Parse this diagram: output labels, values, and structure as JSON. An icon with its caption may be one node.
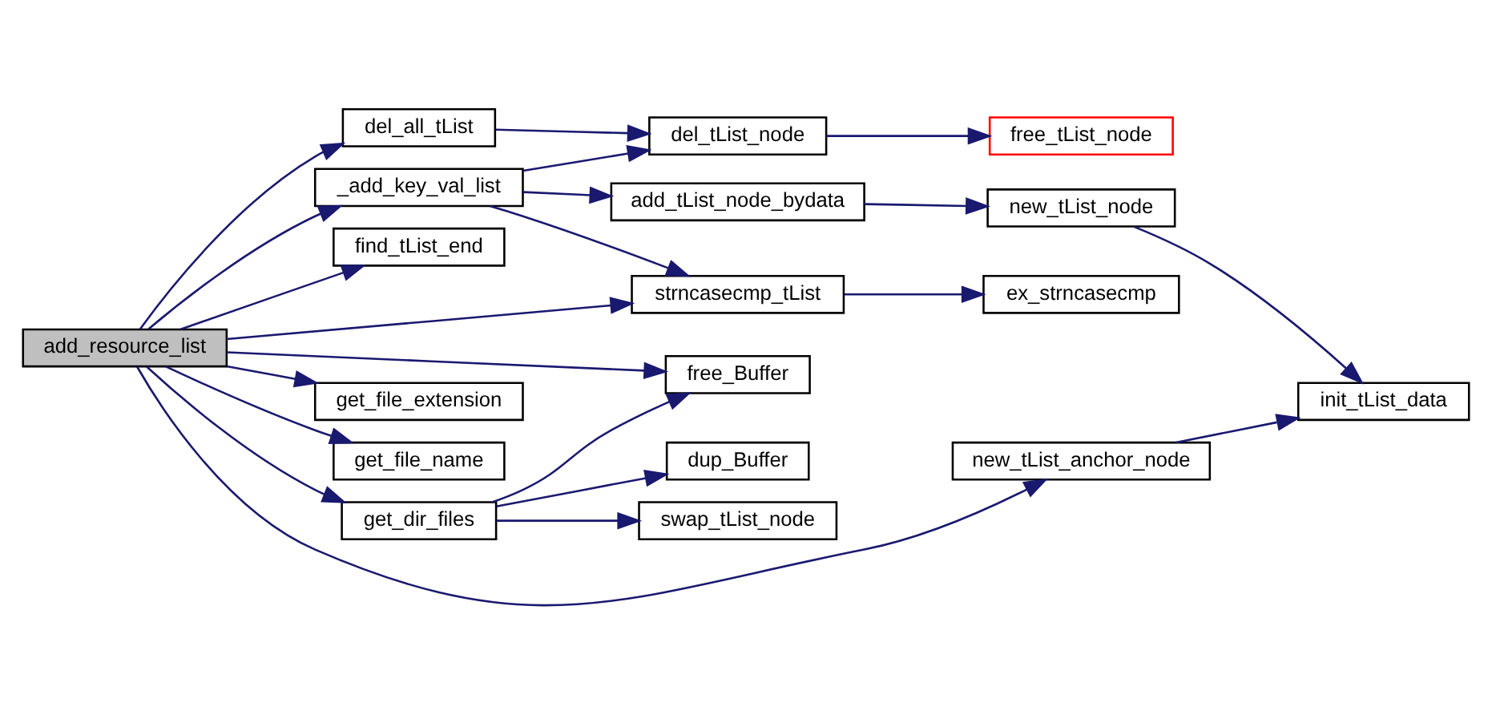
{
  "diagram": {
    "nodes": [
      {
        "text": [
          "add_resource_list"
        ]
      },
      {
        "text": [
          "del_all_tList"
        ]
      },
      {
        "text": [
          "_add_key_val_list"
        ]
      },
      {
        "text": [
          "find_tList_end"
        ]
      },
      {
        "text": [
          "free_Buffer"
        ]
      },
      {
        "text": [
          "get_dir_files"
        ]
      },
      {
        "text": [
          "get_file_extension"
        ]
      },
      {
        "text": [
          "get_file_name"
        ]
      },
      {
        "text": [
          "new_tList_anchor_node"
        ]
      },
      {
        "text": [
          "del_tList_node"
        ]
      },
      {
        "text": [
          "add_tList_node_bydata"
        ]
      },
      {
        "text": [
          "strncasecmp_tList"
        ]
      },
      {
        "text": [
          "free_tList_node"
        ]
      },
      {
        "text": [
          "new_tList_node"
        ]
      },
      {
        "text": [
          "ex_strncasecmp"
        ]
      },
      {
        "text": [
          "swap_tList_node"
        ]
      },
      {
        "text": [
          "dup_Buffer"
        ]
      },
      {
        "text": [
          "init_tList_data"
        ]
      }
    ],
    "edges": [
      {
        "from": 0,
        "to": 1,
        "arrow": "to"
      },
      {
        "from": 0,
        "to": 2,
        "arrow": "to"
      },
      {
        "from": 0,
        "to": 11,
        "arrow": "to"
      },
      {
        "from": 0,
        "to": 3,
        "arrow": "to"
      },
      {
        "from": 0,
        "to": 4,
        "arrow": "to"
      },
      {
        "from": 0,
        "to": 5,
        "arrow": "to"
      },
      {
        "from": 0,
        "to": 6,
        "arrow": "to"
      },
      {
        "from": 0,
        "to": 7,
        "arrow": "to"
      },
      {
        "from": 0,
        "to": 8,
        "arrow": "to"
      },
      {
        "from": 1,
        "to": 9,
        "arrow": "to"
      },
      {
        "from": 2,
        "to": 9,
        "arrow": "to"
      },
      {
        "from": 2,
        "to": 10,
        "arrow": "to"
      },
      {
        "from": 2,
        "to": 11,
        "arrow": "to"
      },
      {
        "from": 9,
        "to": 12,
        "arrow": "to"
      },
      {
        "from": 10,
        "to": 13,
        "arrow": "to"
      },
      {
        "from": 11,
        "to": 14,
        "arrow": "to"
      },
      {
        "from": 13,
        "to": 17,
        "arrow": "to"
      },
      {
        "from": 5,
        "to": 4,
        "arrow": "to"
      },
      {
        "from": 5,
        "to": 15,
        "arrow": "to"
      },
      {
        "from": 5,
        "to": 16,
        "arrow": "to"
      },
      {
        "from": 8,
        "to": 17,
        "arrow": "to"
      }
    ]
  }
}
